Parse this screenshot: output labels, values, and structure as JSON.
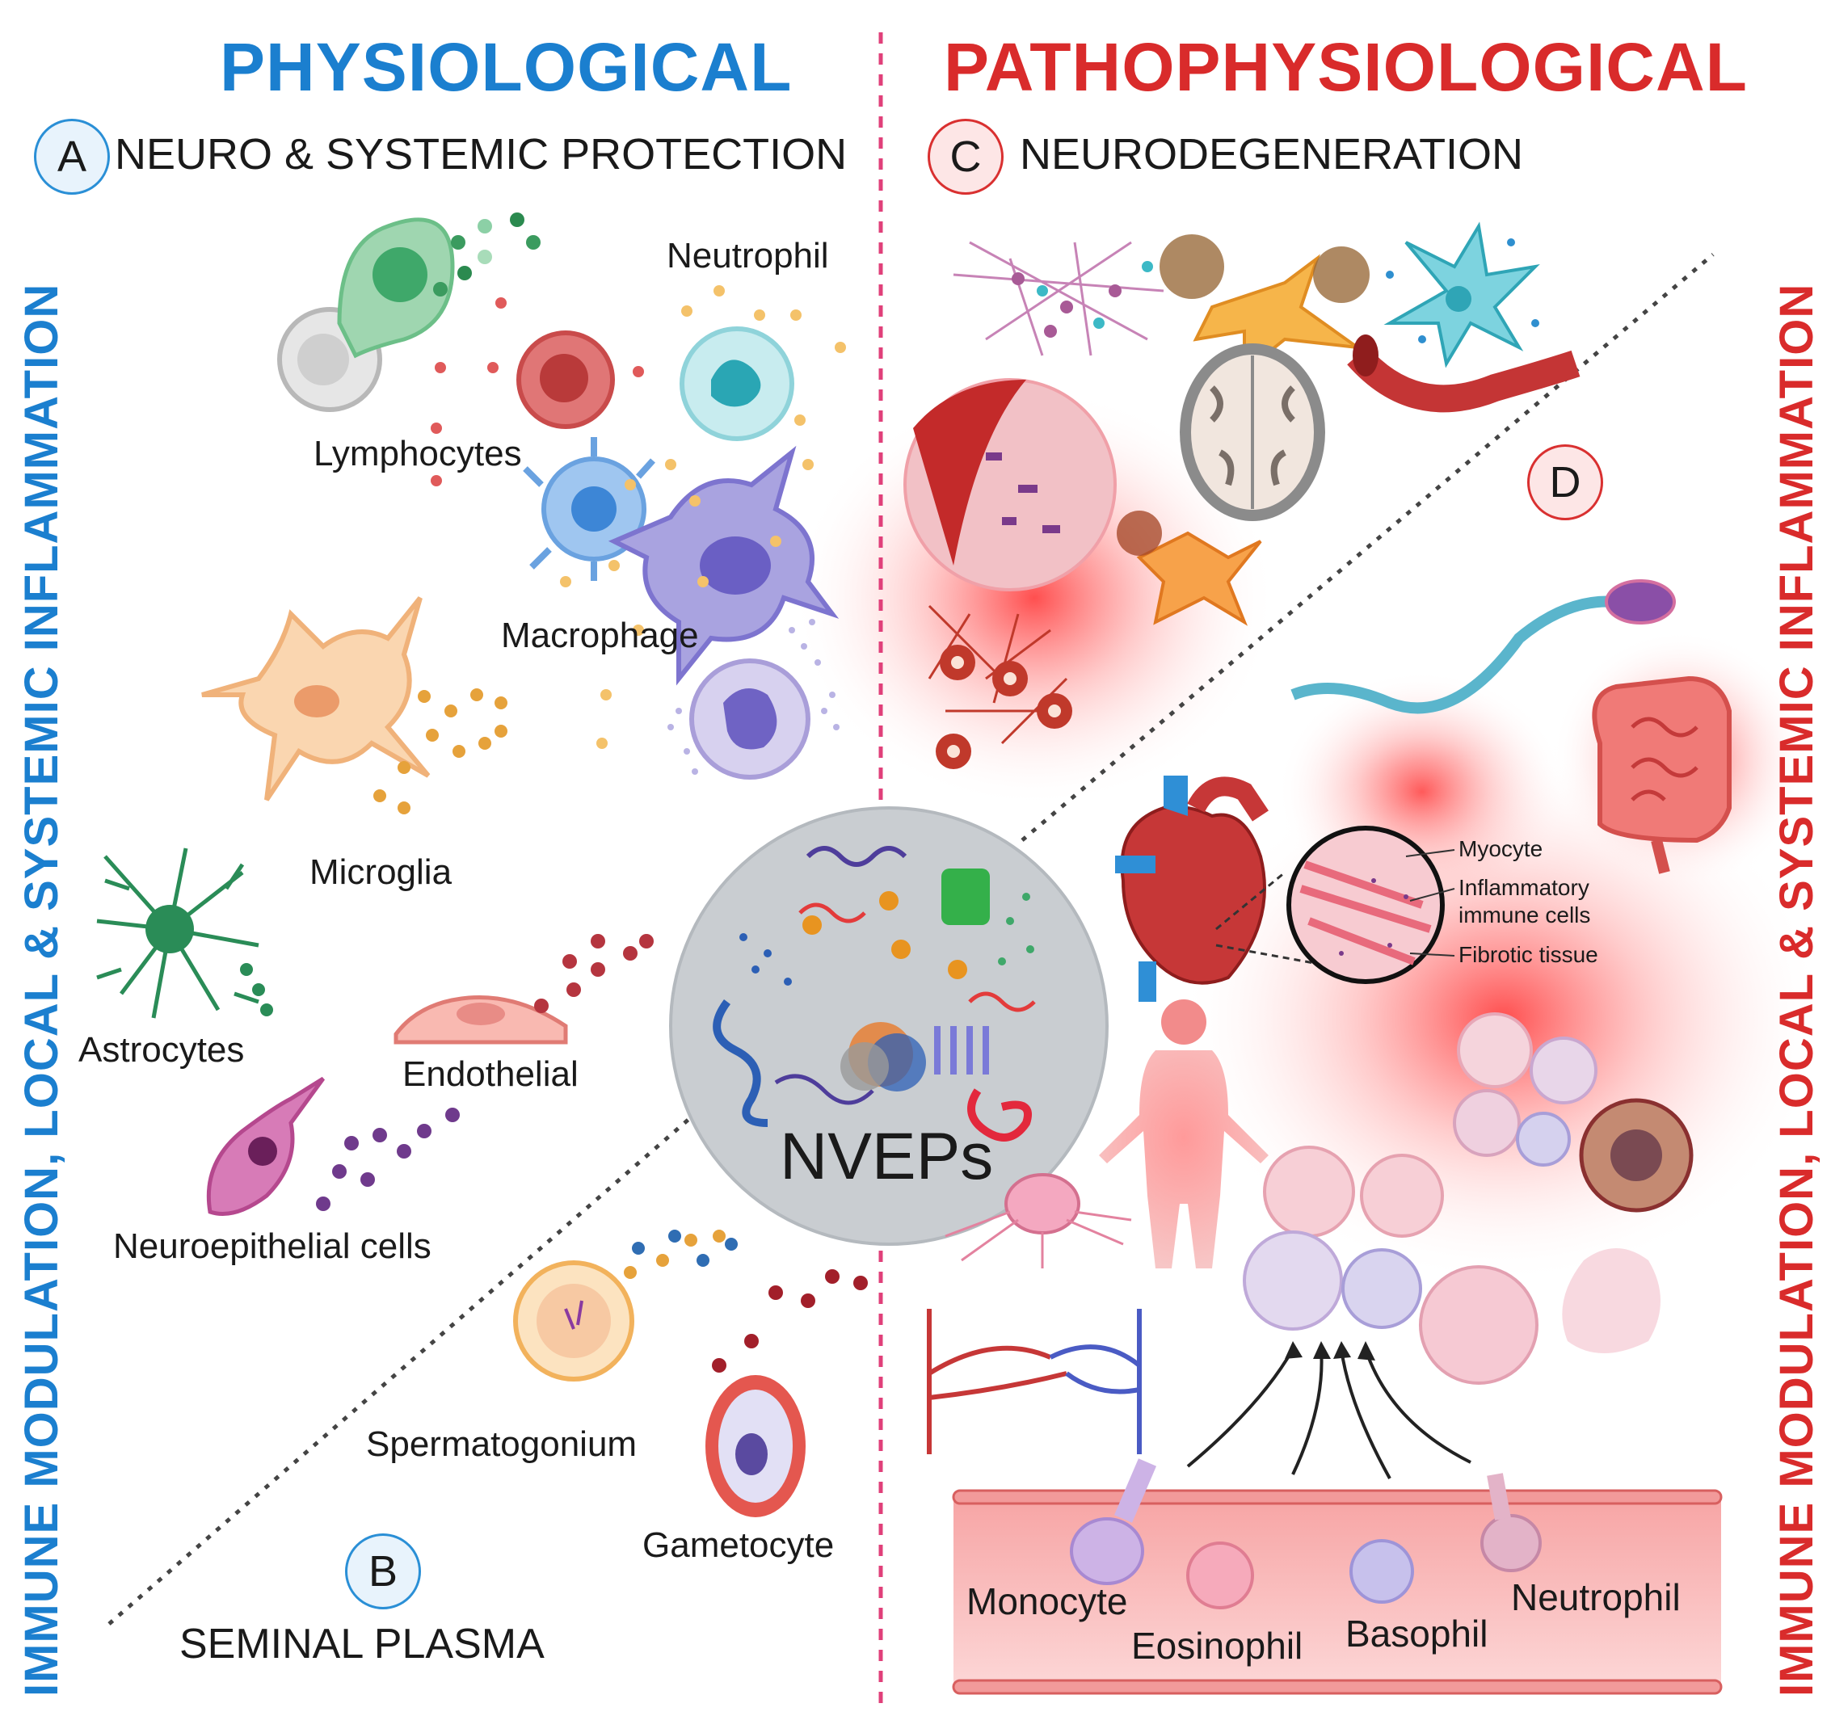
{
  "headings": {
    "left": "PHYSIOLOGICAL",
    "right": "PATHOPHYSIOLOGICAL"
  },
  "sections": {
    "a": {
      "badge": "A",
      "title": "NEURO & SYSTEMIC PROTECTION"
    },
    "b": {
      "badge": "B",
      "title": "SEMINAL PLASMA"
    },
    "c": {
      "badge": "C",
      "title": "NEURODEGENERATION"
    },
    "d": {
      "badge": "D"
    }
  },
  "side_labels": {
    "left": "IMMUNE MODULATION, LOCAL & SYSTEMIC INFLAMMATION",
    "right": "IMMUNE MODULATION, LOCAL & SYSTEMIC INFLAMMATION"
  },
  "center": {
    "label": "NVEPs"
  },
  "cells_left": {
    "neutrophil": "Neutrophil",
    "lymphocytes": "Lymphocytes",
    "macrophage": "Macrophage",
    "microglia": "Microglia",
    "astrocytes": "Astrocytes",
    "endothelial": "Endothelial",
    "neuroepithelial": "Neuroepithelial cells",
    "spermatogonium": "Spermatogonium",
    "gametocyte": "Gametocyte"
  },
  "heart_callouts": {
    "myocyte": "Myocyte",
    "inflammatory_1": "Inflammatory",
    "inflammatory_2": "immune cells",
    "fibrotic": "Fibrotic tissue"
  },
  "vessel_cells": {
    "monocyte": "Monocyte",
    "eosinophil": "Eosinophil",
    "basophil": "Basophil",
    "neutrophil": "Neutrophil"
  },
  "colors": {
    "physiological": "#1b7fcf",
    "pathophysiological": "#d92b2b",
    "divider": "#e0407a"
  }
}
